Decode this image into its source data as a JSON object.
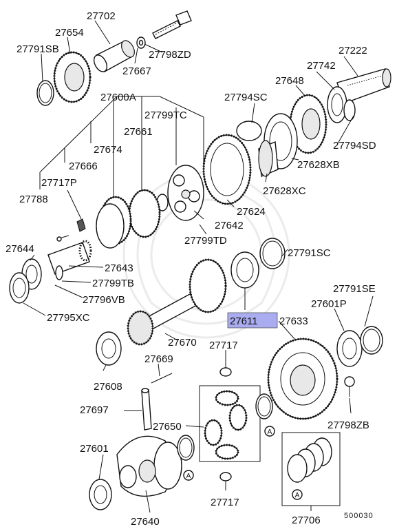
{
  "labels": [
    {
      "id": "27702",
      "text": "27702"
    },
    {
      "id": "27654",
      "text": "27654"
    },
    {
      "id": "27791SB",
      "text": "27791SB"
    },
    {
      "id": "27798ZD",
      "text": "27798ZD"
    },
    {
      "id": "27667",
      "text": "27667"
    },
    {
      "id": "27222",
      "text": "27222"
    },
    {
      "id": "27742",
      "text": "27742"
    },
    {
      "id": "27648",
      "text": "27648"
    },
    {
      "id": "27600A",
      "text": "27600A"
    },
    {
      "id": "27794SC",
      "text": "27794SC"
    },
    {
      "id": "27799TC",
      "text": "27799TC"
    },
    {
      "id": "27661",
      "text": "27661"
    },
    {
      "id": "27794SD",
      "text": "27794SD"
    },
    {
      "id": "27674",
      "text": "27674"
    },
    {
      "id": "27628XB",
      "text": "27628XB"
    },
    {
      "id": "27666",
      "text": "27666"
    },
    {
      "id": "27717P",
      "text": "27717P"
    },
    {
      "id": "27628XC",
      "text": "27628XC"
    },
    {
      "id": "27788",
      "text": "27788"
    },
    {
      "id": "27624",
      "text": "27624"
    },
    {
      "id": "27642",
      "text": "27642"
    },
    {
      "id": "27799TD",
      "text": "27799TD"
    },
    {
      "id": "27644",
      "text": "27644"
    },
    {
      "id": "27791SC",
      "text": "27791SC"
    },
    {
      "id": "27643",
      "text": "27643"
    },
    {
      "id": "27799TB",
      "text": "27799TB"
    },
    {
      "id": "27791SE",
      "text": "27791SE"
    },
    {
      "id": "27796VB",
      "text": "27796VB"
    },
    {
      "id": "27601P",
      "text": "27601P"
    },
    {
      "id": "27795XC",
      "text": "27795XC"
    },
    {
      "id": "27611",
      "text": "27611"
    },
    {
      "id": "27633",
      "text": "27633"
    },
    {
      "id": "27670",
      "text": "27670"
    },
    {
      "id": "27717a",
      "text": "27717"
    },
    {
      "id": "27669",
      "text": "27669"
    },
    {
      "id": "27608",
      "text": "27608"
    },
    {
      "id": "27697",
      "text": "27697"
    },
    {
      "id": "27650",
      "text": "27650"
    },
    {
      "id": "27798ZB",
      "text": "27798ZB"
    },
    {
      "id": "27601",
      "text": "27601"
    },
    {
      "id": "27640",
      "text": "27640"
    },
    {
      "id": "27717b",
      "text": "27717"
    },
    {
      "id": "27706",
      "text": "27706"
    }
  ],
  "callout_letter": "A",
  "diagram_ref": "500030",
  "highlight_color": "#a9acef"
}
